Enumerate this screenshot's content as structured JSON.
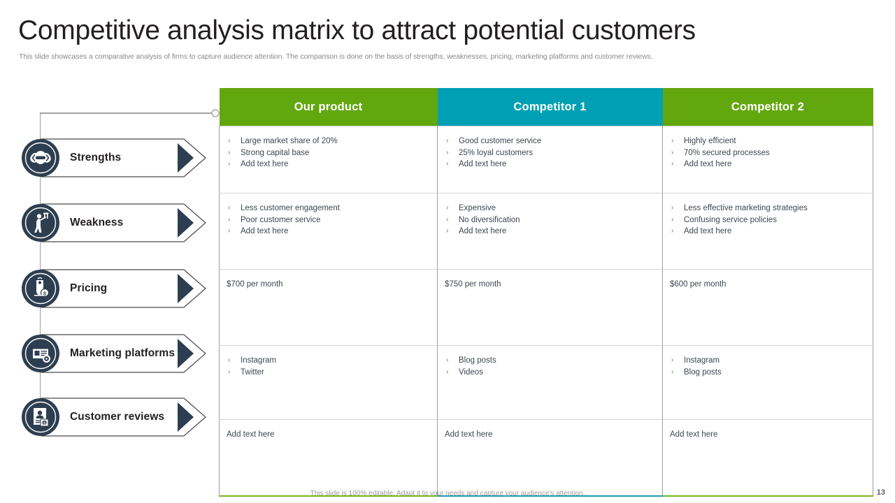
{
  "slide": {
    "title": "Competitive analysis matrix to attract potential customers",
    "subtitle": "This slide showcases a comparative analysis of firms to capture audience attention. The comparison is done on the basis of strengths, weaknesses, pricing, marketing platforms and customer reviews.",
    "footer_note": "This slide is 100% editable.  Adapt it to your needs and capture your audience's attention.",
    "page_number": "13"
  },
  "colors": {
    "header_green": "#63a70e",
    "header_teal": "#00a0b4",
    "icon_navy": "#2d3e50",
    "text_dark": "#231f20",
    "text_body": "#3f4650",
    "accent_green_line": "#7ab51d",
    "accent_teal_line": "#1a9cb0"
  },
  "sidebar": {
    "items": [
      {
        "label": "Strengths",
        "icon": "strength-muscle-icon"
      },
      {
        "label": "Weakness",
        "icon": "weak-person-icon"
      },
      {
        "label": "Pricing",
        "icon": "price-tag-icon"
      },
      {
        "label": "Marketing platforms",
        "icon": "marketing-dashboard-icon"
      },
      {
        "label": "Customer reviews",
        "icon": "customer-review-document-icon"
      }
    ]
  },
  "table": {
    "bullet_glyph": "›",
    "headers": [
      {
        "label": "Our product",
        "style": "green"
      },
      {
        "label": "Competitor 1",
        "style": "teal"
      },
      {
        "label": "Competitor 2",
        "style": "green"
      }
    ],
    "rows": [
      {
        "name": "strengths",
        "cells": [
          {
            "type": "list",
            "items": [
              "Large market share of 20%",
              "Strong capital base",
              "Add text here"
            ]
          },
          {
            "type": "list",
            "items": [
              "Good customer service",
              "25% loyal customers",
              "Add text here"
            ]
          },
          {
            "type": "list",
            "items": [
              "Highly efficient",
              "70% secured processes",
              "Add text here"
            ]
          }
        ]
      },
      {
        "name": "weakness",
        "cells": [
          {
            "type": "list",
            "items": [
              "Less customer engagement",
              "Poor customer service",
              "Add text here"
            ]
          },
          {
            "type": "list",
            "items": [
              "Expensive",
              "No diversification",
              "Add text here"
            ]
          },
          {
            "type": "list",
            "items": [
              "Less effective  marketing strategies",
              "Confusing  service  policies",
              "Add text here"
            ]
          }
        ]
      },
      {
        "name": "pricing",
        "cells": [
          {
            "type": "text",
            "value": "$700 per month"
          },
          {
            "type": "text",
            "value": "$750 per month"
          },
          {
            "type": "text",
            "value": "$600 per month"
          }
        ]
      },
      {
        "name": "marketing-platforms",
        "cells": [
          {
            "type": "list",
            "items": [
              "Instagram",
              "Twitter"
            ]
          },
          {
            "type": "list",
            "items": [
              "Blog posts",
              "Videos"
            ]
          },
          {
            "type": "list",
            "items": [
              "Instagram",
              "Blog posts"
            ]
          }
        ]
      },
      {
        "name": "customer-reviews",
        "cells": [
          {
            "type": "text",
            "value": "Add text here"
          },
          {
            "type": "text",
            "value": "Add text here"
          },
          {
            "type": "text",
            "value": "Add text here"
          }
        ]
      }
    ]
  }
}
